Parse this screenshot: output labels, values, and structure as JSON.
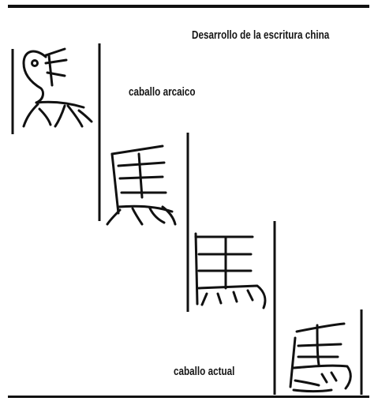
{
  "title": "Desarrollo de la escritura china",
  "labels": {
    "archaic": "caballo arcaico",
    "current": "caballo actual"
  },
  "stages": [
    {
      "order": 1,
      "glyph": "pictographic-horse"
    },
    {
      "order": 2,
      "glyph": "early-script-horse"
    },
    {
      "order": 3,
      "glyph": "traditional-horse-馬"
    },
    {
      "order": 4,
      "glyph": "cursive-horse"
    }
  ],
  "colors": {
    "ink": "#111111",
    "paper": "#ffffff"
  }
}
